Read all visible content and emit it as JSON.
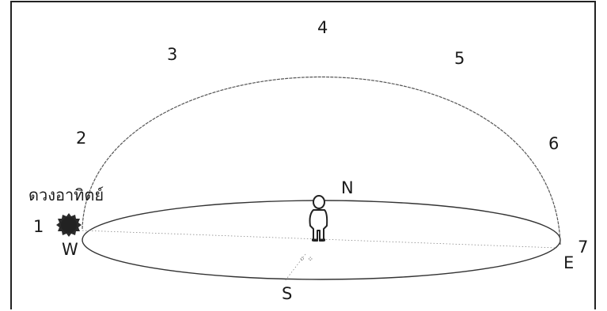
{
  "diagram": {
    "sun_label": "ดวงอาทิตย์",
    "path_positions": [
      "1",
      "2",
      "3",
      "4",
      "5",
      "6",
      "7"
    ],
    "directions": {
      "north": "N",
      "south": "S",
      "east": "E",
      "west": "W"
    }
  },
  "colors": {
    "ink": "#1a1a1a",
    "sun": "#2a2a2a",
    "background": "#ffffff"
  }
}
